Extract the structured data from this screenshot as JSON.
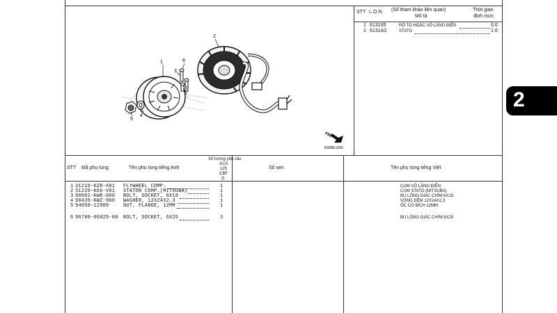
{
  "ref_table": {
    "headers": {
      "stt": "STT",
      "lon": "L.O.N.",
      "ref_line1": "(Số tham khảo liên quan)",
      "ref_line2": "Mô tả",
      "time_line1": "Thời gian",
      "time_line2": "định mức"
    },
    "rows": [
      {
        "stt": "1",
        "code": "613105",
        "desc": "RÔ TO HOẶC VÔ LĂNG ĐIỆN",
        "time": "0.6"
      },
      {
        "stt": "2",
        "code": "6131A3",
        "desc": "STATO",
        "time": "1.6"
      }
    ]
  },
  "diagram": {
    "callouts": [
      "1",
      "2",
      "3",
      "4",
      "5",
      "6",
      "6"
    ],
    "direction_label": "FR.",
    "figure_code": "K66BE1000"
  },
  "parts_table": {
    "headers": {
      "stt": "STT",
      "part_no": "Mã phụ tùng",
      "name_en": "Tên phụ tùng tiếng Anh",
      "qty_line1": "Số lượng yêu cầu",
      "qty_line2": "ACA",
      "qty_line3": "125",
      "qty_line4": "CBF",
      "qty_line5": "G",
      "serial": "Số seri",
      "name_vi": "Tên phụ tùng tiếng Việt"
    },
    "rows": [
      {
        "stt": "1",
        "part_no": "31210-KZR-601",
        "name_en": "FLYWHEEL COMP.",
        "qty": "1",
        "name_vi": "CỤM VÔ LĂNG ĐIỆN"
      },
      {
        "stt": "2",
        "part_no": "31220-K66-V01",
        "name_en": "STATOR COMP.(MITSUBA)",
        "qty": "1",
        "name_vi": "CỤM STATO (MITSUBA)"
      },
      {
        "stt": "3",
        "part_no": "90001-KWR-000",
        "name_en": "BOLT, SOCKET, 6X18",
        "qty": "1",
        "name_vi": "BU LÔNG GIÁC CHÌM 6X18"
      },
      {
        "stt": "4",
        "part_no": "90439-KWZ-900",
        "name_en": "WASHER, 12X24X2.3",
        "qty": "1",
        "name_vi": "VÒNG ĐỆM 12X24X2,3"
      },
      {
        "stt": "5",
        "part_no": "94050-12000",
        "name_en": "NUT, FLANGE, 12MM",
        "qty": "1",
        "name_vi": "ỐC CÓ BÍCH 12MM"
      },
      {
        "stt": "6",
        "part_no": "96700-06025-00",
        "name_en": "BOLT, SOCKET, 6X25",
        "qty": "3",
        "name_vi": "BU LÔNG GIÁC CHÌM 6X25"
      }
    ]
  },
  "side_tab": {
    "label": "2"
  }
}
